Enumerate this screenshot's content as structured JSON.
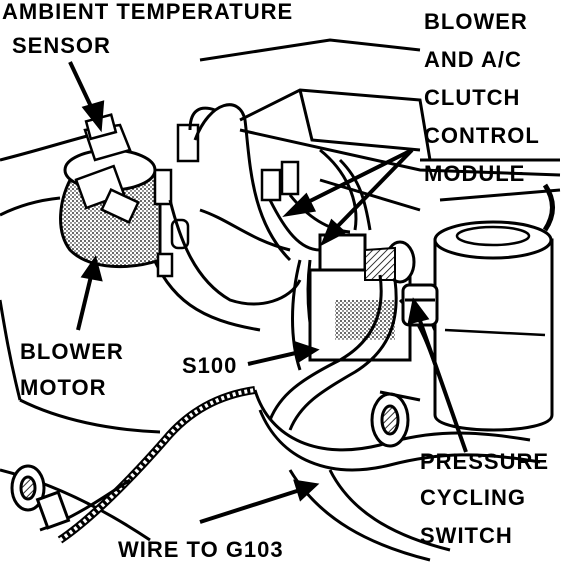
{
  "labels": {
    "ambient_temperature_sensor": [
      "AMBIENT TEMPERATURE",
      "SENSOR"
    ],
    "blower_ac_clutch_module": [
      "BLOWER",
      "AND A/C",
      "CLUTCH",
      "CONTROL",
      "MODULE"
    ],
    "blower_motor": [
      "BLOWER",
      "MOTOR"
    ],
    "s100": "S100",
    "pressure_cycling_switch": [
      "PRESSURE",
      "CYCLING",
      "SWITCH"
    ],
    "wire_to_g103": "WIRE TO G103"
  },
  "colors": {
    "ink": "#000000",
    "paper": "#ffffff",
    "shading": "#555555"
  }
}
